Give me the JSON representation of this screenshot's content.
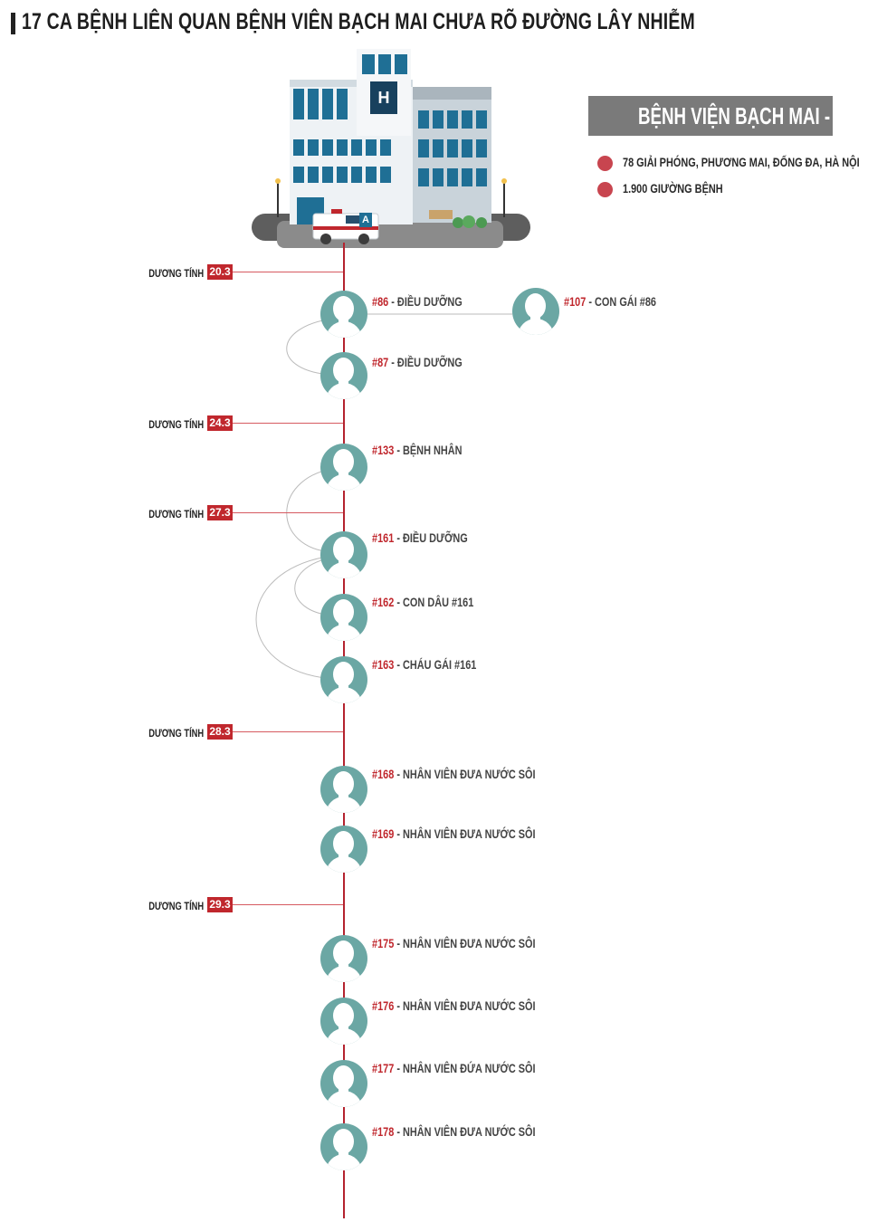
{
  "title": "17 CA BỆNH LIÊN QUAN BỆNH VIÊN BẠCH MAI CHƯA RÕ ĐƯỜNG LÂY NHIỄM",
  "hospital": {
    "name": "BỆNH VIỆN BẠCH MAI - HÀ NỘI",
    "address": "78 GIẢI PHÓNG, PHƯƠNG MAI, ĐỐNG ĐA, HÀ NỘI",
    "beds": "1.900 GIƯỜNG BỆNH",
    "sign_letter": "H",
    "ambulance_letter": "A"
  },
  "positive_label": "DƯƠNG TÍNH",
  "dates": [
    "20.3",
    "24.3",
    "27.3",
    "28.3",
    "29.3"
  ],
  "cases": [
    {
      "id": "#86",
      "desc": "ĐIỀU DƯỠNG"
    },
    {
      "id": "#107",
      "desc": "CON GÁI #86"
    },
    {
      "id": "#87",
      "desc": "ĐIỀU DƯỠNG"
    },
    {
      "id": "#133",
      "desc": "BỆNH NHÂN"
    },
    {
      "id": "#161",
      "desc": "ĐIỀU DƯỠNG"
    },
    {
      "id": "#162",
      "desc": "CON DÂU #161"
    },
    {
      "id": "#163",
      "desc": "CHÁU GÁI #161"
    },
    {
      "id": "#168",
      "desc": "NHÂN VIÊN ĐƯA NƯỚC SÔI"
    },
    {
      "id": "#169",
      "desc": "NHÂN VIÊN ĐƯA NƯỚC SÔI"
    },
    {
      "id": "#175",
      "desc": "NHÂN VIÊN ĐƯA NƯỚC SÔI"
    },
    {
      "id": "#176",
      "desc": "NHÂN VIÊN ĐƯA NƯỚC SÔI"
    },
    {
      "id": "#177",
      "desc": "NHÂN VIÊN ĐỨA NƯỚC SÔI"
    },
    {
      "id": "#178",
      "desc": "NHÂN VIÊN ĐƯA NƯỚC SÔI"
    }
  ],
  "colors": {
    "accent_red": "#c0272d",
    "avatar_teal": "#6ba7a4",
    "label_gray": "#7a7a7a"
  }
}
